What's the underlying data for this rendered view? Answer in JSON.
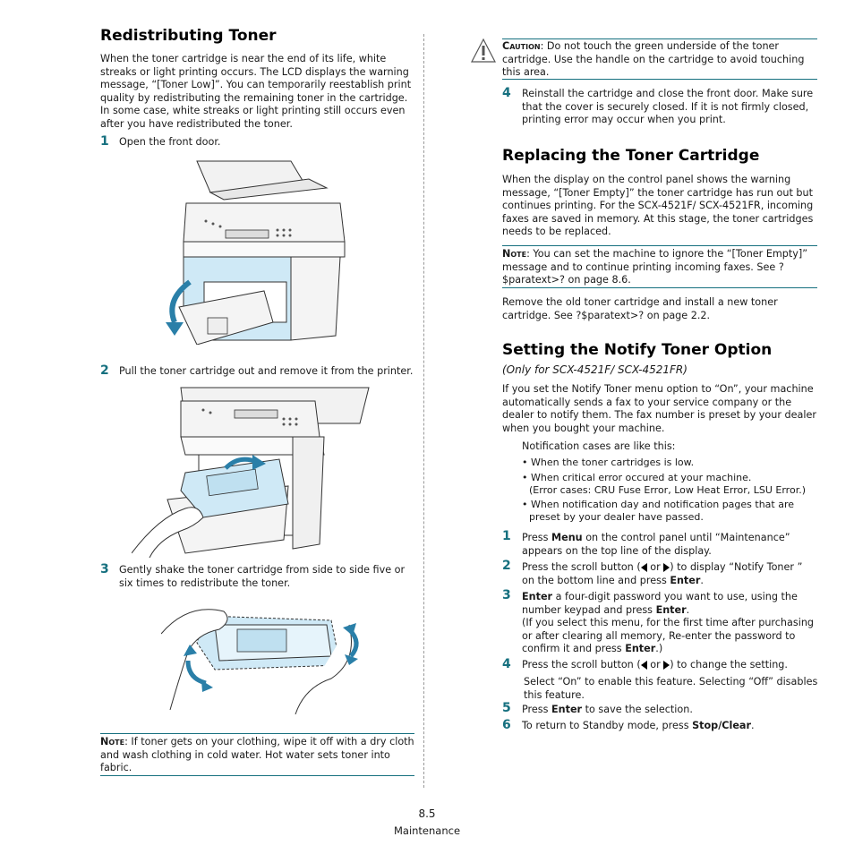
{
  "left": {
    "title": "Redistributing Toner",
    "intro": "When the toner cartridge is near the end of its life, white streaks or light printing occurs. The LCD displays the warning message, “[Toner Low]”. You can temporarily reestablish print quality by redistributing the remaining toner in the cartridge. In some case, white streaks or light printing still occurs even after you have redistributed the toner.",
    "steps": [
      {
        "num": "1",
        "text": "Open the front door."
      },
      {
        "num": "2",
        "text": "Pull the toner cartridge out and remove it from the printer."
      },
      {
        "num": "3",
        "text": "Gently shake the toner cartridge from side to side five or six times to redistribute the toner."
      }
    ],
    "note_label": "Note",
    "note_text": ": If toner gets on your clothing, wipe it off with a dry cloth and wash clothing in cold water. Hot water sets toner into fabric."
  },
  "right": {
    "caution_label": "Caution",
    "caution_text": ": Do not touch the green underside of the toner cartridge. Use the handle on the cartridge to avoid touching this area.",
    "step4_num": "4",
    "step4_text": "Reinstall the cartridge and close the front door. Make sure that the cover is securely closed. If it is not firmly closed, printing error may occur when you print.",
    "replace_title": "Replacing the Toner Cartridge",
    "replace_intro": "When the display on the control panel shows the warning message, “[Toner Empty]” the toner cartridge has run out but continues printing. For the SCX-4521F/ SCX-4521FR, incoming faxes are saved in memory. At this stage, the toner cartridges needs to be replaced.",
    "note_label": "Note",
    "note_text": ": You can set the machine to ignore the “[Toner Empty]” message and to continue printing incoming faxes. See ?$paratext>? on page 8.6.",
    "remove_text": "Remove the old toner cartridge and install a new toner cartridge. See ?$paratext>? on page 2.2.",
    "notify_title": "Setting the Notify Toner Option",
    "notify_subtitle": "(Only for SCX-4521F/ SCX-4521FR)",
    "notify_intro": "If you set the Notify Toner menu option to “On”, your machine automatically sends a fax to your service company or the dealer to notify them. The fax number is preset by your dealer when you bought your machine.",
    "cases_label": "Notification cases are like this:",
    "cases": [
      "• When the toner cartridges is low.",
      "• When critical error occured at your machine.",
      "(Error cases: CRU Fuse Error, Low Heat Error, LSU Error.)",
      "• When notification day and notification pages that are",
      "preset by your dealer have passed."
    ],
    "s1": {
      "num": "1",
      "pre": "Press ",
      "bold": "Menu",
      "post": " on the control panel until “Maintenance” appears on the top line of the display."
    },
    "s2": {
      "num": "2",
      "pre": "Press the scroll button (",
      "mid": " or ",
      "post": ") to display “Notify Toner ” on the bottom line and press ",
      "bold": "Enter",
      "end": "."
    },
    "s3": {
      "num": "3",
      "bold": "Enter",
      "post": " a four-digit password you want to use, using the number keypad and press ",
      "bold2": "Enter",
      "end": ".",
      "paren_pre": "(If you select this menu, for the first time after purchasing or after clearing all memory, Re-enter the password to confirm it and press ",
      "paren_bold": "Enter",
      "paren_end": ".)"
    },
    "s4": {
      "num": "4",
      "pre": "Press the scroll button (",
      "mid": " or ",
      "post": ") to change the setting."
    },
    "s4_detail": "Select “On” to enable this feature. Selecting “Off” disables this feature.",
    "s5": {
      "num": "5",
      "pre": "Press ",
      "bold": "Enter",
      "post": " to save the selection."
    },
    "s6": {
      "num": "6",
      "pre": "To return to Standby mode, press ",
      "bold": "Stop/Clear",
      "post": "."
    }
  },
  "footer": {
    "page": "8.5",
    "section": "Maintenance"
  },
  "colors": {
    "accent": "#16707f",
    "illustration_blue": "#cfe9f6"
  }
}
